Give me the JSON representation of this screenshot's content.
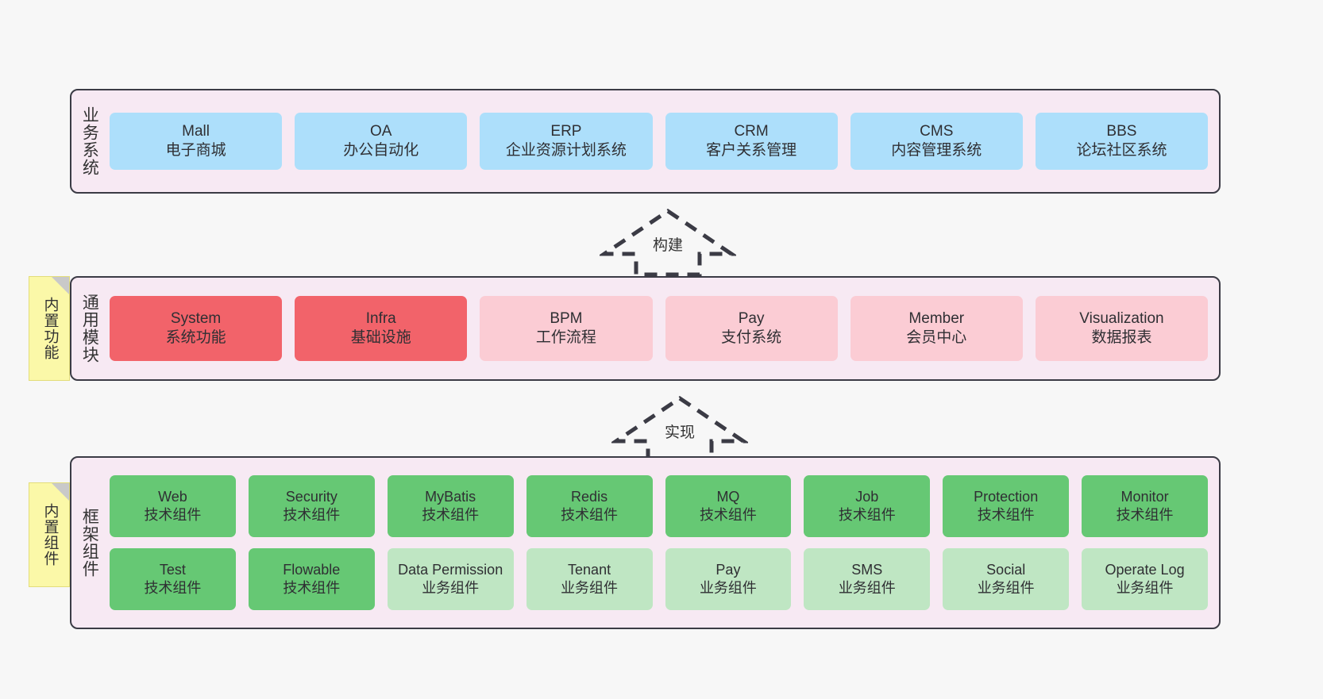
{
  "diagram": {
    "background_color": "#f7f7f7",
    "layer_fill": "#f7e9f3",
    "layer_border": "#3b3b45",
    "note_color": "#fbf8a8",
    "colors": {
      "blue": "#addffb",
      "red": "#f2636a",
      "pink": "#fbccd4",
      "green": "#66c874",
      "light_green": "#bfe6c3"
    }
  },
  "notes": [
    {
      "id": "builtin-function",
      "label": "内置功能"
    },
    {
      "id": "builtin-component",
      "label": "内置组件"
    }
  ],
  "arrows": [
    {
      "id": "build",
      "label": "构建",
      "style": "dashed-block-arrow-up"
    },
    {
      "id": "implement",
      "label": "实现",
      "style": "dashed-block-arrow-up"
    }
  ],
  "layers": [
    {
      "id": "business",
      "title": "业务系统",
      "rows": [
        {
          "cards": [
            {
              "en": "Mall",
              "cn": "电子商城",
              "color": "blue"
            },
            {
              "en": "OA",
              "cn": "办公自动化",
              "color": "blue"
            },
            {
              "en": "ERP",
              "cn": "企业资源计划系统",
              "color": "blue"
            },
            {
              "en": "CRM",
              "cn": "客户关系管理",
              "color": "blue"
            },
            {
              "en": "CMS",
              "cn": "内容管理系统",
              "color": "blue"
            },
            {
              "en": "BBS",
              "cn": "论坛社区系统",
              "color": "blue"
            }
          ]
        }
      ]
    },
    {
      "id": "common",
      "title": "通用模块",
      "rows": [
        {
          "cards": [
            {
              "en": "System",
              "cn": "系统功能",
              "color": "red"
            },
            {
              "en": "Infra",
              "cn": "基础设施",
              "color": "red"
            },
            {
              "en": "BPM",
              "cn": "工作流程",
              "color": "pink"
            },
            {
              "en": "Pay",
              "cn": "支付系统",
              "color": "pink"
            },
            {
              "en": "Member",
              "cn": "会员中心",
              "color": "pink"
            },
            {
              "en": "Visualization",
              "cn": "数据报表",
              "color": "pink"
            }
          ]
        }
      ]
    },
    {
      "id": "framework",
      "title": "框架组件",
      "rows": [
        {
          "cards": [
            {
              "en": "Web",
              "cn": "技术组件",
              "color": "green"
            },
            {
              "en": "Security",
              "cn": "技术组件",
              "color": "green"
            },
            {
              "en": "MyBatis",
              "cn": "技术组件",
              "color": "green"
            },
            {
              "en": "Redis",
              "cn": "技术组件",
              "color": "green"
            },
            {
              "en": "MQ",
              "cn": "技术组件",
              "color": "green"
            },
            {
              "en": "Job",
              "cn": "技术组件",
              "color": "green"
            },
            {
              "en": "Protection",
              "cn": "技术组件",
              "color": "green"
            },
            {
              "en": "Monitor",
              "cn": "技术组件",
              "color": "green"
            }
          ]
        },
        {
          "cards": [
            {
              "en": "Test",
              "cn": "技术组件",
              "color": "green"
            },
            {
              "en": "Flowable",
              "cn": "技术组件",
              "color": "green"
            },
            {
              "en": "Data Permission",
              "cn": "业务组件",
              "color": "light_green"
            },
            {
              "en": "Tenant",
              "cn": "业务组件",
              "color": "light_green"
            },
            {
              "en": "Pay",
              "cn": "业务组件",
              "color": "light_green"
            },
            {
              "en": "SMS",
              "cn": "业务组件",
              "color": "light_green"
            },
            {
              "en": "Social",
              "cn": "业务组件",
              "color": "light_green"
            },
            {
              "en": "Operate Log",
              "cn": "业务组件",
              "color": "light_green"
            }
          ]
        }
      ]
    }
  ]
}
